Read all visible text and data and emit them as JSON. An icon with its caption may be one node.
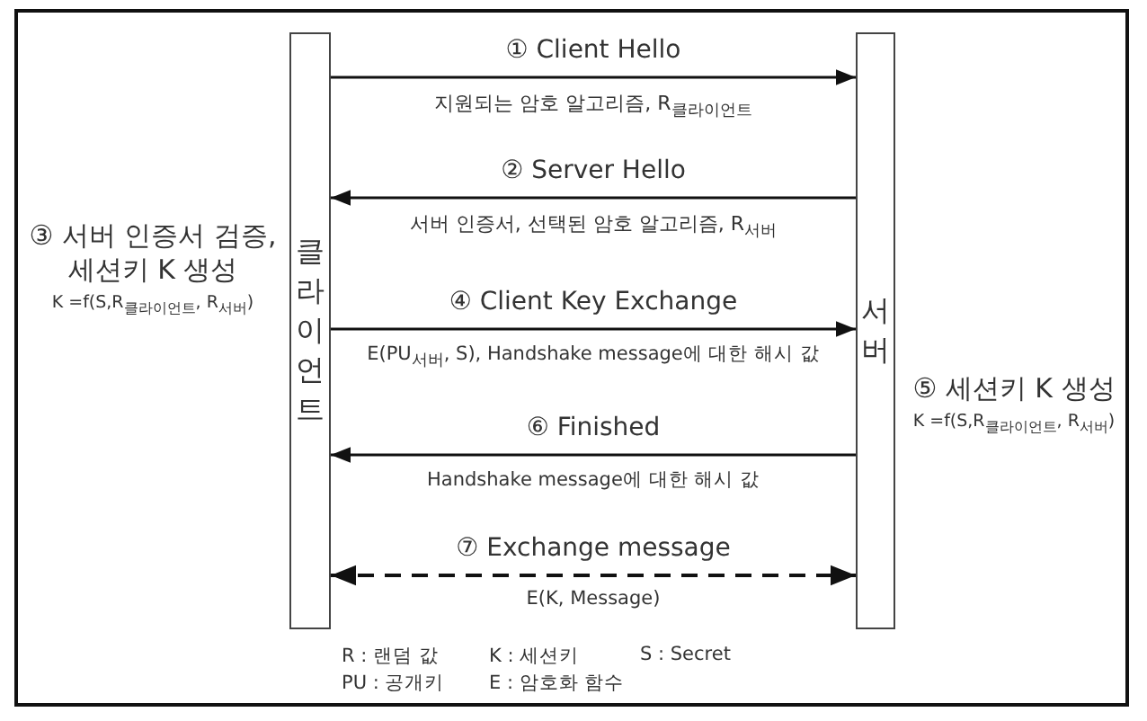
{
  "diagram": {
    "nodes": [
      {
        "text": [
          "클라이언트"
        ]
      },
      {
        "text": [
          "서버"
        ]
      }
    ],
    "edges": [
      {
        "from": 0,
        "to": 1,
        "arrow": "to",
        "label": "① Client Hello"
      },
      {
        "from": 1,
        "to": 0,
        "arrow": "to",
        "label": "② Server Hello"
      },
      {
        "from": 0,
        "to": 1,
        "arrow": "to",
        "label": "④ Client Key Exchange"
      },
      {
        "from": 1,
        "to": 0,
        "arrow": "to",
        "label": "⑥ Finished"
      },
      {
        "from": 0,
        "to": 1,
        "arrow": "both",
        "label": "⑦ Exchange message",
        "style": "dashed"
      }
    ],
    "labels": [
      "지원되는 암호 알고리즘, R$_{클라이언트}$",
      "서버 인증서, 선택된 암호 알고리즘, R$_{서버}$",
      "③ 서버 인증서 검증, 세션키 K 생성",
      "K =f(S,R$_{클라이언트}$, R$_{서버}$)",
      "E(PU$_{서버}$, S), Handshake message에 대한 해시 값",
      "⑤ 세션키 K 생성",
      "K =f(S,R$_{클라이언트}$, R$_{서버}$)",
      "Handshake message에 대한 해시 값",
      "E(K, Message)",
      "R : 랜덤 값",
      "K : 세션키",
      "S : Secret",
      "PU : 공개키",
      "E : 암호화 함수"
    ]
  }
}
